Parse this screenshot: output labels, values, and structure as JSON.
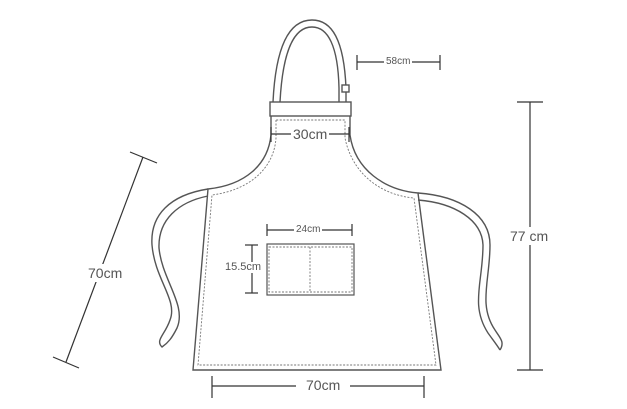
{
  "diagram": {
    "subject": "apron",
    "dimensions": {
      "neck_strap": "58cm",
      "top_width": "30cm",
      "pocket_width": "24cm",
      "pocket_height": "15.5cm",
      "bottom_width": "70cm",
      "length": "77 cm",
      "tie_length": "70cm"
    }
  }
}
